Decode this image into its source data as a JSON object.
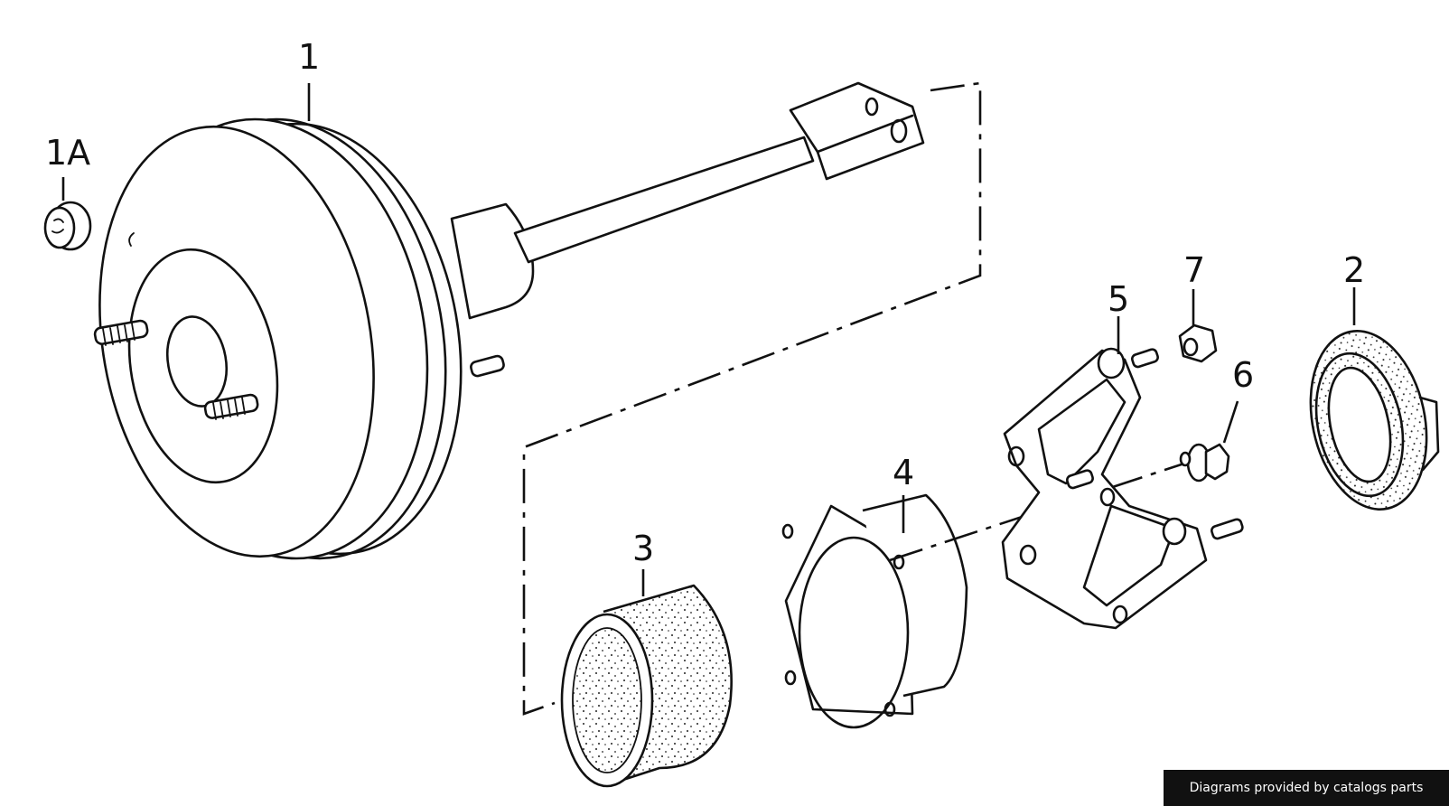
{
  "callouts": {
    "c1": "1",
    "c1a": "1A",
    "c2": "2",
    "c3": "3",
    "c4": "4",
    "c5": "5",
    "c6": "6",
    "c7": "7"
  },
  "credit": "Diagrams provided by catalogs parts"
}
